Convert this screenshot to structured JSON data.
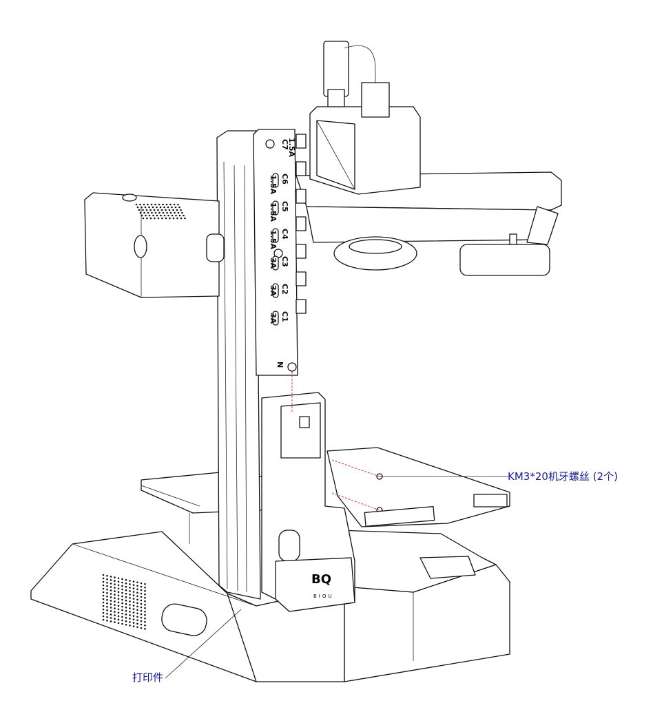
{
  "callouts": {
    "screw": "KM3*20机牙螺丝 (2个)",
    "printed_part": "打印件"
  },
  "board": {
    "ports": [
      {
        "name": "C7",
        "current": "1.5A"
      },
      {
        "name": "C6",
        "current": "1.5A"
      },
      {
        "name": "C5",
        "current": "1.5A"
      },
      {
        "name": "C4",
        "current": "1.5A"
      },
      {
        "name": "C3",
        "current": "3A"
      },
      {
        "name": "C2",
        "current": "3A"
      },
      {
        "name": "C1",
        "current": "3A"
      }
    ],
    "bottom_label": "N"
  },
  "logo": {
    "mark": "BQ",
    "brand": "BIQU"
  },
  "colors": {
    "line": "#111111",
    "guide": "#e02020",
    "callout_text": "#1a1aa0"
  }
}
